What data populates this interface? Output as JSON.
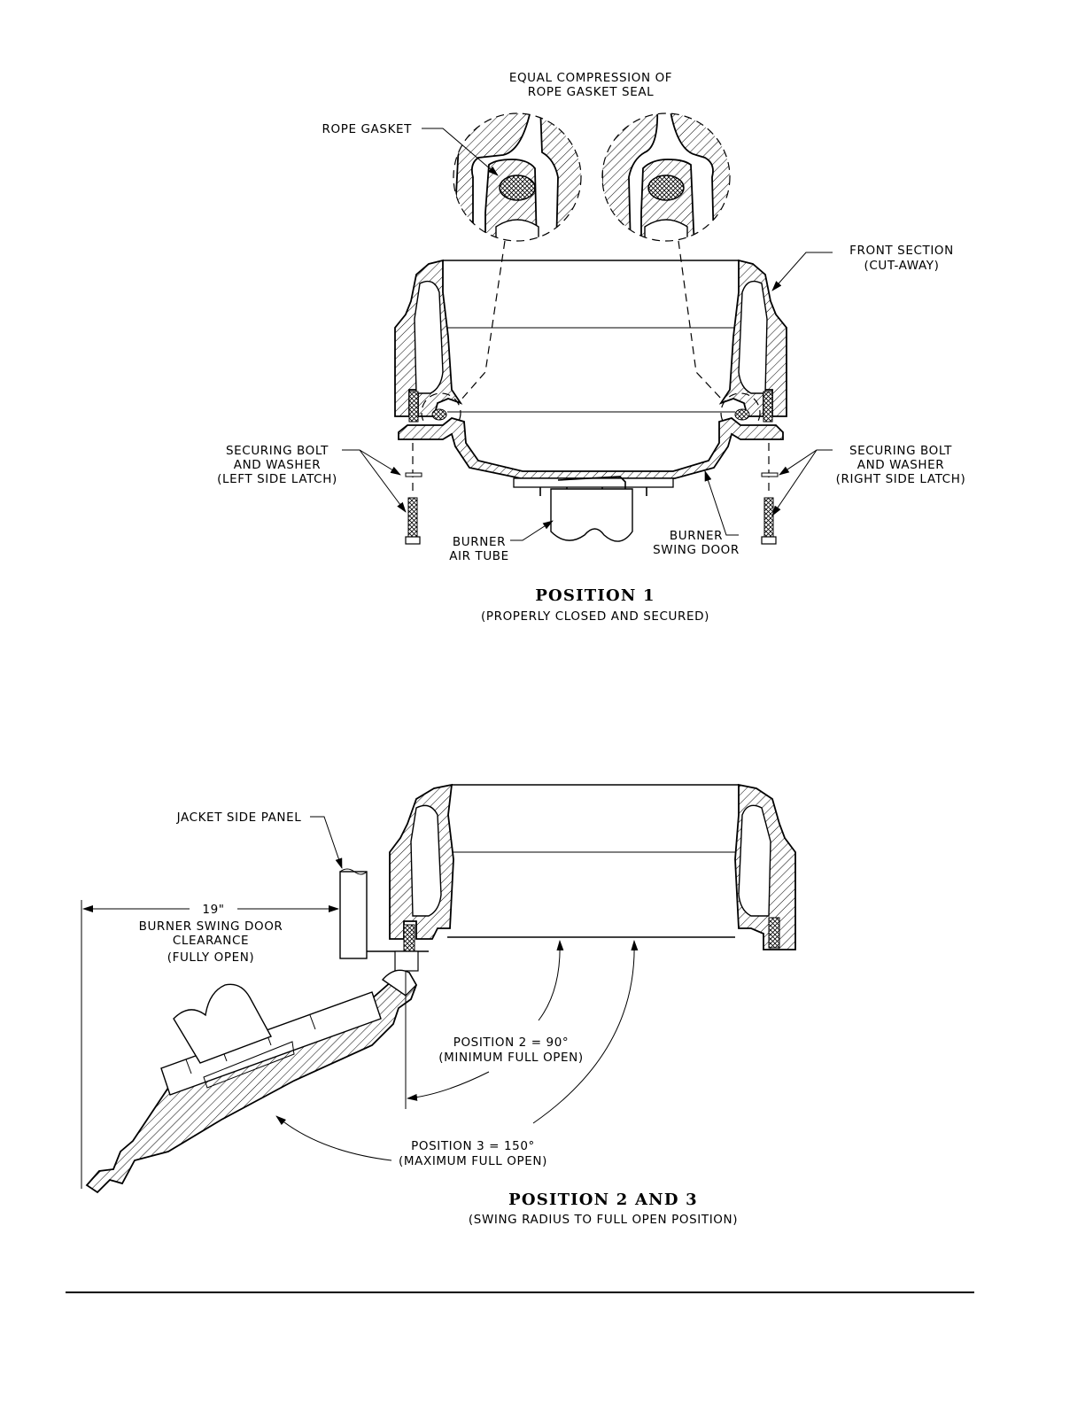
{
  "position1": {
    "callout_title": [
      "EQUAL COMPRESSION OF",
      "ROPE GASKET SEAL"
    ],
    "rope_gasket": "ROPE GASKET",
    "front_section": [
      "FRONT SECTION",
      "(CUT-AWAY)"
    ],
    "left_bolt": [
      "SECURING BOLT",
      "AND WASHER",
      "(LEFT SIDE LATCH)"
    ],
    "right_bolt": [
      "SECURING BOLT",
      "AND WASHER",
      "(RIGHT SIDE LATCH)"
    ],
    "air_tube": [
      "BURNER",
      "AIR TUBE"
    ],
    "swing_door": [
      "BURNER",
      "SWING DOOR"
    ],
    "title": "POSITION 1",
    "subtitle": "(PROPERLY CLOSED AND SECURED)"
  },
  "position23": {
    "jacket_panel": "JACKET SIDE PANEL",
    "clearance": [
      "19\"",
      "BURNER SWING DOOR",
      "CLEARANCE",
      "(FULLY OPEN)"
    ],
    "pos2": [
      "POSITION 2 = 90°",
      "(MINIMUM FULL OPEN)"
    ],
    "pos3": [
      "POSITION 3 = 150°",
      "(MAXIMUM FULL OPEN)"
    ],
    "title": "POSITION 2 AND 3",
    "subtitle": "(SWING RADIUS TO FULL OPEN POSITION)"
  }
}
